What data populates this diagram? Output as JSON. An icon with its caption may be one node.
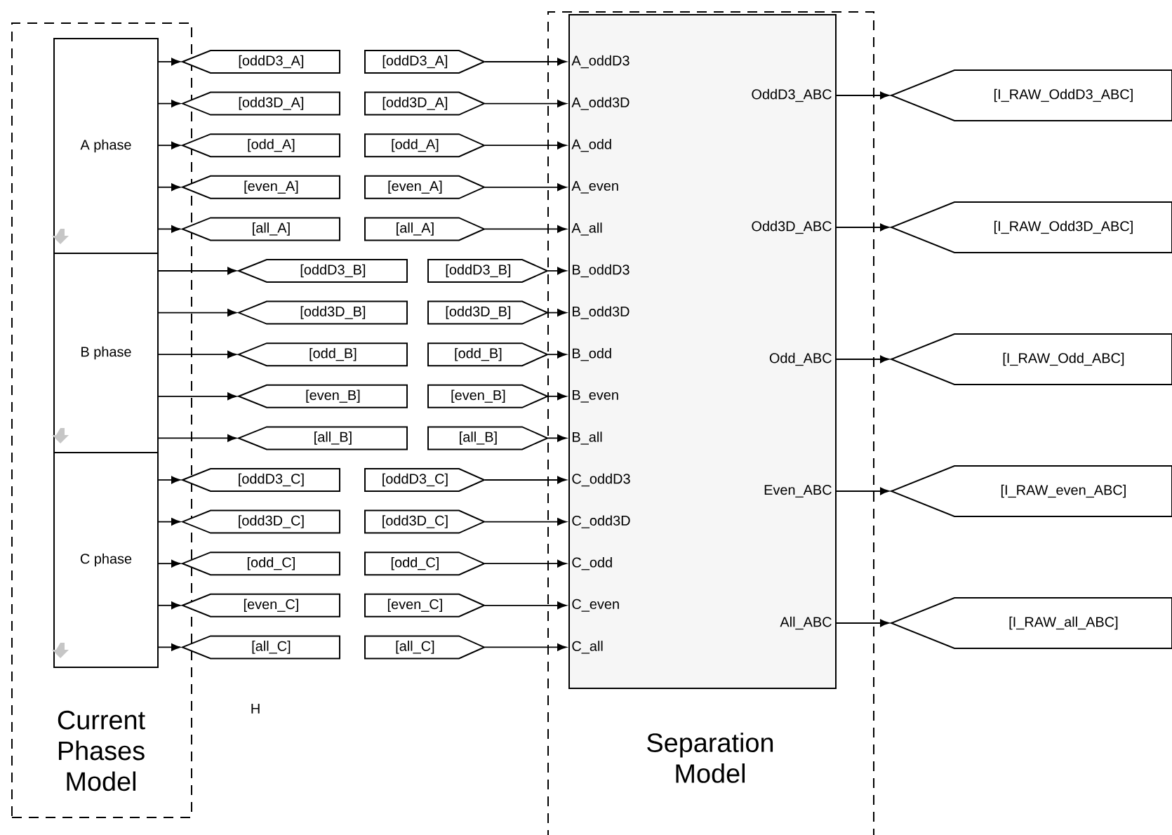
{
  "diagram": {
    "nodes": [
      {
        "text": [
          "Current Phases Model"
        ]
      },
      {
        "text": [
          "A phase"
        ],
        "in": 0
      },
      {
        "text": [
          "B phase"
        ],
        "in": 0
      },
      {
        "text": [
          "C phase"
        ],
        "in": 0
      },
      {
        "text": [
          "[oddD3_A]"
        ]
      },
      {
        "text": [
          "[odd3D_A]"
        ]
      },
      {
        "text": [
          "[odd_A]"
        ]
      },
      {
        "text": [
          "[even_A]"
        ]
      },
      {
        "text": [
          "[all_A]"
        ]
      },
      {
        "text": [
          "[oddD3_B]"
        ]
      },
      {
        "text": [
          "[odd3D_B]"
        ]
      },
      {
        "text": [
          "[odd_B]"
        ]
      },
      {
        "text": [
          "[even_B]"
        ]
      },
      {
        "text": [
          "[all_B]"
        ]
      },
      {
        "text": [
          "[oddD3_C]"
        ]
      },
      {
        "text": [
          "[odd3D_C]"
        ]
      },
      {
        "text": [
          "[odd_C]"
        ]
      },
      {
        "text": [
          "[even_C]"
        ]
      },
      {
        "text": [
          "[all_C]"
        ]
      },
      {
        "text": [
          "[oddD3_A]"
        ]
      },
      {
        "text": [
          "[odd3D_A]"
        ]
      },
      {
        "text": [
          "[odd_A]"
        ]
      },
      {
        "text": [
          "[even_A]"
        ]
      },
      {
        "text": [
          "[all_A]"
        ]
      },
      {
        "text": [
          "[oddD3_B]"
        ]
      },
      {
        "text": [
          "[odd3D_B]"
        ]
      },
      {
        "text": [
          "[odd_B]"
        ]
      },
      {
        "text": [
          "[even_B]"
        ]
      },
      {
        "text": [
          "[all_B]"
        ]
      },
      {
        "text": [
          "[oddD3_C]"
        ]
      },
      {
        "text": [
          "[odd3D_C]"
        ]
      },
      {
        "text": [
          "[odd_C]"
        ]
      },
      {
        "text": [
          "[even_C]"
        ]
      },
      {
        "text": [
          "[all_C]"
        ]
      },
      {
        "text": [
          "Separation Model"
        ]
      },
      {
        "text": [
          "A_oddD3",
          "A_odd3D",
          "A_odd",
          "A_even",
          "A_all",
          "B_oddD3",
          "B_odd3D",
          "B_odd",
          "B_even",
          "B_all",
          "C_oddD3",
          "C_odd3D",
          "C_odd",
          "C_even",
          "C_all",
          "OddD3_ABC",
          "Odd3D_ABC",
          "Odd_ABC",
          "Even_ABC",
          "All_ABC"
        ],
        "in": 34
      },
      {
        "text": [
          "[I_RAW_OddD3_ABC]"
        ]
      },
      {
        "text": [
          "[I_RAW_Odd3D_ABC]"
        ]
      },
      {
        "text": [
          "[I_RAW_Odd_ABC]"
        ]
      },
      {
        "text": [
          "[I_RAW_even_ABC]"
        ]
      },
      {
        "text": [
          "[I_RAW_all_ABC]"
        ]
      }
    ],
    "edges": [
      {
        "from": 1,
        "to": 4,
        "arrow": "to"
      },
      {
        "from": 1,
        "to": 5,
        "arrow": "to"
      },
      {
        "from": 1,
        "to": 6,
        "arrow": "to"
      },
      {
        "from": 1,
        "to": 7,
        "arrow": "to"
      },
      {
        "from": 1,
        "to": 8,
        "arrow": "to"
      },
      {
        "from": 2,
        "to": 9,
        "arrow": "to"
      },
      {
        "from": 2,
        "to": 10,
        "arrow": "to"
      },
      {
        "from": 2,
        "to": 11,
        "arrow": "to"
      },
      {
        "from": 2,
        "to": 12,
        "arrow": "to"
      },
      {
        "from": 2,
        "to": 13,
        "arrow": "to"
      },
      {
        "from": 3,
        "to": 14,
        "arrow": "to"
      },
      {
        "from": 3,
        "to": 15,
        "arrow": "to"
      },
      {
        "from": 3,
        "to": 16,
        "arrow": "to"
      },
      {
        "from": 3,
        "to": 17,
        "arrow": "to"
      },
      {
        "from": 3,
        "to": 18,
        "arrow": "to"
      },
      {
        "from": 19,
        "to": 35,
        "arrow": "to"
      },
      {
        "from": 20,
        "to": 35,
        "arrow": "to"
      },
      {
        "from": 21,
        "to": 35,
        "arrow": "to"
      },
      {
        "from": 22,
        "to": 35,
        "arrow": "to"
      },
      {
        "from": 23,
        "to": 35,
        "arrow": "to"
      },
      {
        "from": 24,
        "to": 35,
        "arrow": "to"
      },
      {
        "from": 25,
        "to": 35,
        "arrow": "to"
      },
      {
        "from": 26,
        "to": 35,
        "arrow": "to"
      },
      {
        "from": 27,
        "to": 35,
        "arrow": "to"
      },
      {
        "from": 28,
        "to": 35,
        "arrow": "to"
      },
      {
        "from": 29,
        "to": 35,
        "arrow": "to"
      },
      {
        "from": 30,
        "to": 35,
        "arrow": "to"
      },
      {
        "from": 31,
        "to": 35,
        "arrow": "to"
      },
      {
        "from": 32,
        "to": 35,
        "arrow": "to"
      },
      {
        "from": 33,
        "to": 35,
        "arrow": "to"
      },
      {
        "from": 35,
        "to": 36,
        "arrow": "to"
      },
      {
        "from": 35,
        "to": 37,
        "arrow": "to"
      },
      {
        "from": 35,
        "to": 38,
        "arrow": "to"
      },
      {
        "from": 35,
        "to": 39,
        "arrow": "to"
      },
      {
        "from": 35,
        "to": 40,
        "arrow": "to"
      }
    ],
    "labels": [
      "H"
    ]
  }
}
